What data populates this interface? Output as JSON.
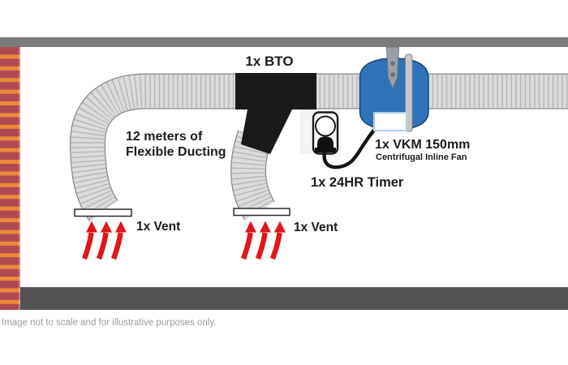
{
  "diagram": {
    "bto_label": "1x BTO",
    "ducting_label_line1": "12 meters of",
    "ducting_label_line2": "Flexible Ducting",
    "fan_label": "1x VKM 150mm",
    "fan_sublabel": "Centrifugal Inline Fan",
    "timer_label": "1x 24HR Timer",
    "vent_labels": [
      "1x Vent",
      "1x Vent"
    ],
    "caption": "Image not to scale and for illustrative purposes only."
  },
  "colors": {
    "bar_top": "#7b7b7b",
    "bar_bottom": "#535353",
    "brick_red": "#b04a52",
    "brick_stripe_orange": "#e98a3c",
    "duct_gray": "#dcdcdc",
    "duct_rib_gray": "#b2b2b2",
    "duct_outline_gray": "#8a8a8a",
    "bto_black": "#1a1a1a",
    "fan_blue": "#2e73b8",
    "arrow_red": "#e2151a",
    "label_text": "#1c1c1c",
    "caption_gray": "#9b9b9b"
  }
}
